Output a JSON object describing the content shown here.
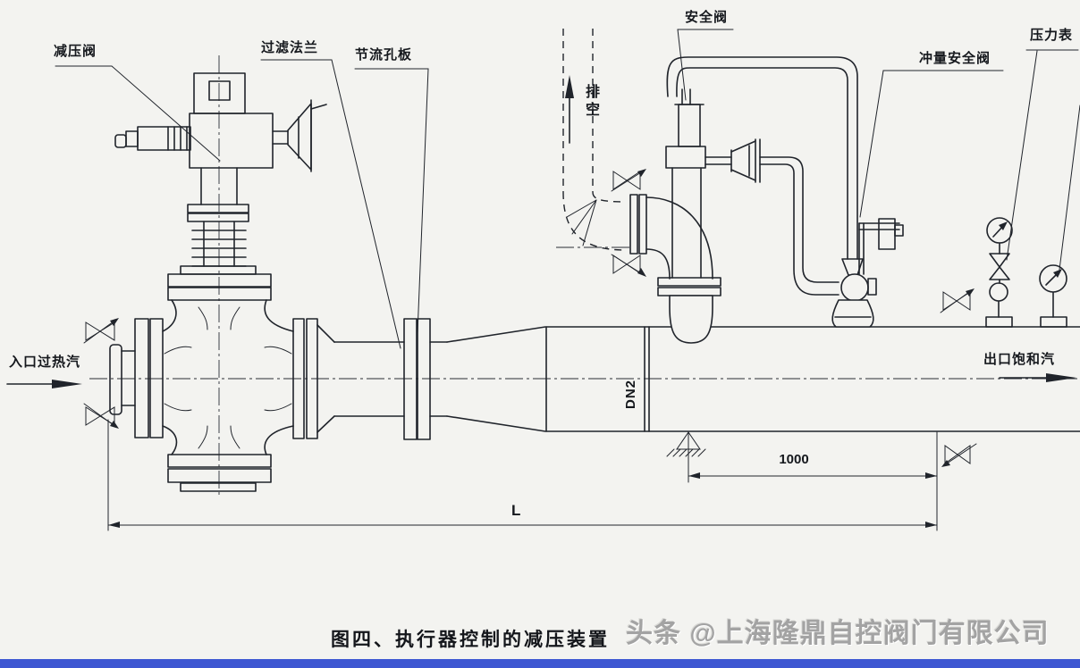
{
  "colors": {
    "background": "#f3f3f0",
    "ink": "#20242b",
    "footer_bar": "#3d57d2",
    "watermark": "#a3a3a3"
  },
  "labels": {
    "reducing_valve": "减压阀",
    "filter_flange": "过滤法兰",
    "orifice_plate": "节流孔板",
    "safety_valve": "安全阀",
    "impulse_safety_valve": "冲量安全阀",
    "pressure_gauge": "压力表",
    "vent": "排空",
    "inlet": "入口过热汽",
    "outlet": "出口饱和汽",
    "pipe_size": "DN2"
  },
  "dimensions": {
    "span": "1000",
    "total_length": "L"
  },
  "caption": "图四、执行器控制的减压装置",
  "watermark": "头条 @上海隆鼎自控阀门有限公司"
}
